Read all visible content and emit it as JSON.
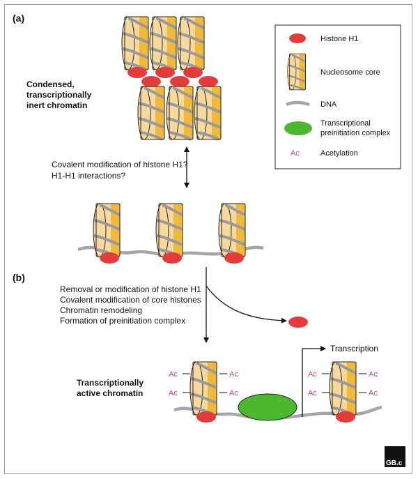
{
  "panel_a_label": "(a)",
  "panel_b_label": "(b)",
  "condensed_label": [
    "Condensed,",
    "transcriptionally",
    "inert chromatin"
  ],
  "question_lines": [
    "Covalent modification of histone H1?",
    "H1-H1 interactions?"
  ],
  "steps": [
    "Removal or modification of histone H1",
    "Covalent modification of core histones",
    "Chromatin remodeling",
    "Formation of preinitiation complex"
  ],
  "active_label": [
    "Transcriptionally",
    "active chromatin"
  ],
  "transcription_label": "Transcription",
  "acetyl_mark": "Ac",
  "legend": {
    "items": [
      {
        "icon": "histone-h1-icon",
        "label": "Histone H1"
      },
      {
        "icon": "nucleosome-core-icon",
        "label": "Nucleosome core"
      },
      {
        "icon": "dna-icon",
        "label": "DNA"
      },
      {
        "icon": "preinitiation-complex-icon",
        "label": "Transcriptional preinitiation complex"
      },
      {
        "icon": "acetylation-icon",
        "label": "Acetylation"
      }
    ],
    "complex_lines": [
      "Transcriptional",
      "preinitiation complex"
    ]
  },
  "colors": {
    "histone_h1": "#e53b3b",
    "nucleosome_light": "#f7d9a0",
    "nucleosome_dark": "#f0b93a",
    "dna": "#a6a6a6",
    "preinitiation_complex": "#4cb82e",
    "acetylation": "#d4448c"
  },
  "logo_text": "GB.c"
}
